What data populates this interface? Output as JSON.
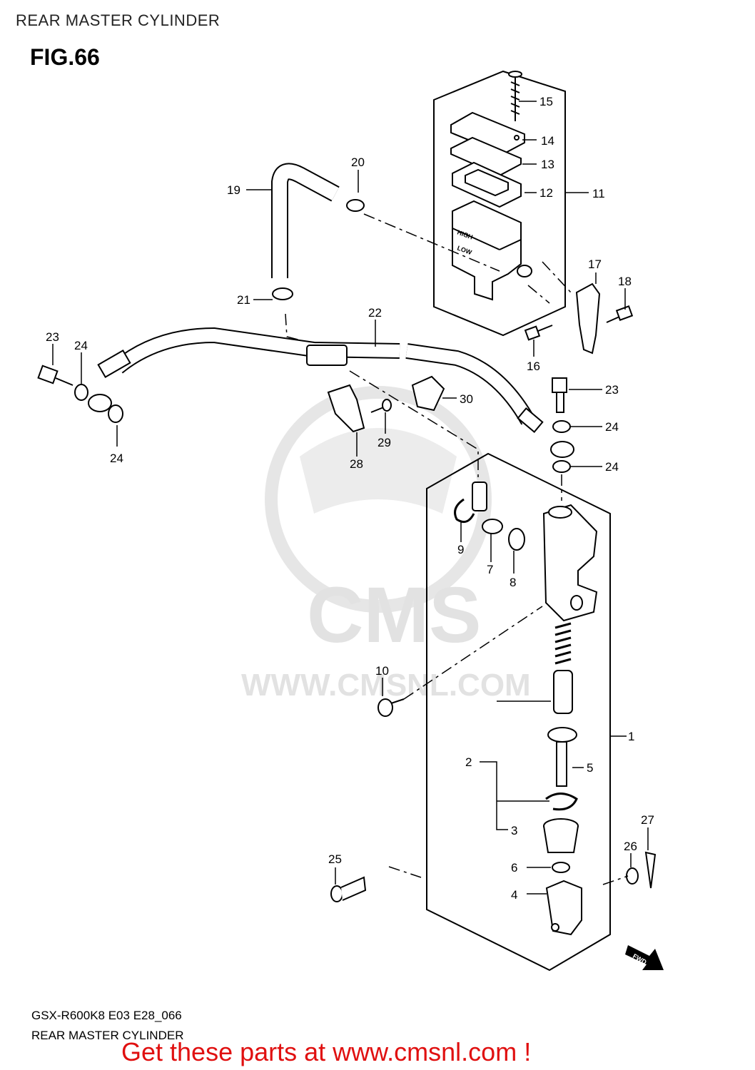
{
  "header": {
    "title": "REAR MASTER CYLINDER",
    "fig": "FIG.66"
  },
  "footer": {
    "model_code": "GSX-R600K8 E03 E28_066",
    "section_name": "REAR MASTER CYLINDER",
    "promo": "Get these parts at www.cmsnl.com !"
  },
  "watermark": {
    "brand": "CMS",
    "url": "WWW.CMSNL.COM"
  },
  "reservoir_marks": {
    "high": "HIGH",
    "low": "LOW"
  },
  "fwd_mark": "FWD",
  "callouts": [
    {
      "id": "c1",
      "text": "1"
    },
    {
      "id": "c2",
      "text": "2"
    },
    {
      "id": "c3",
      "text": "3"
    },
    {
      "id": "c4",
      "text": "4"
    },
    {
      "id": "c5",
      "text": "5"
    },
    {
      "id": "c6",
      "text": "6"
    },
    {
      "id": "c7",
      "text": "7"
    },
    {
      "id": "c8",
      "text": "8"
    },
    {
      "id": "c9",
      "text": "9"
    },
    {
      "id": "c10",
      "text": "10"
    },
    {
      "id": "c11",
      "text": "11"
    },
    {
      "id": "c12",
      "text": "12"
    },
    {
      "id": "c13",
      "text": "13"
    },
    {
      "id": "c14",
      "text": "14"
    },
    {
      "id": "c15",
      "text": "15"
    },
    {
      "id": "c16",
      "text": "16"
    },
    {
      "id": "c17",
      "text": "17"
    },
    {
      "id": "c18",
      "text": "18"
    },
    {
      "id": "c19",
      "text": "19"
    },
    {
      "id": "c20",
      "text": "20"
    },
    {
      "id": "c21",
      "text": "21"
    },
    {
      "id": "c22",
      "text": "22"
    },
    {
      "id": "c23a",
      "text": "23"
    },
    {
      "id": "c23b",
      "text": "23"
    },
    {
      "id": "c24a",
      "text": "24"
    },
    {
      "id": "c24b",
      "text": "24"
    },
    {
      "id": "c24c",
      "text": "24"
    },
    {
      "id": "c24d",
      "text": "24"
    },
    {
      "id": "c25",
      "text": "25"
    },
    {
      "id": "c26",
      "text": "26"
    },
    {
      "id": "c27",
      "text": "27"
    },
    {
      "id": "c28",
      "text": "28"
    },
    {
      "id": "c29",
      "text": "29"
    },
    {
      "id": "c30",
      "text": "30"
    }
  ]
}
